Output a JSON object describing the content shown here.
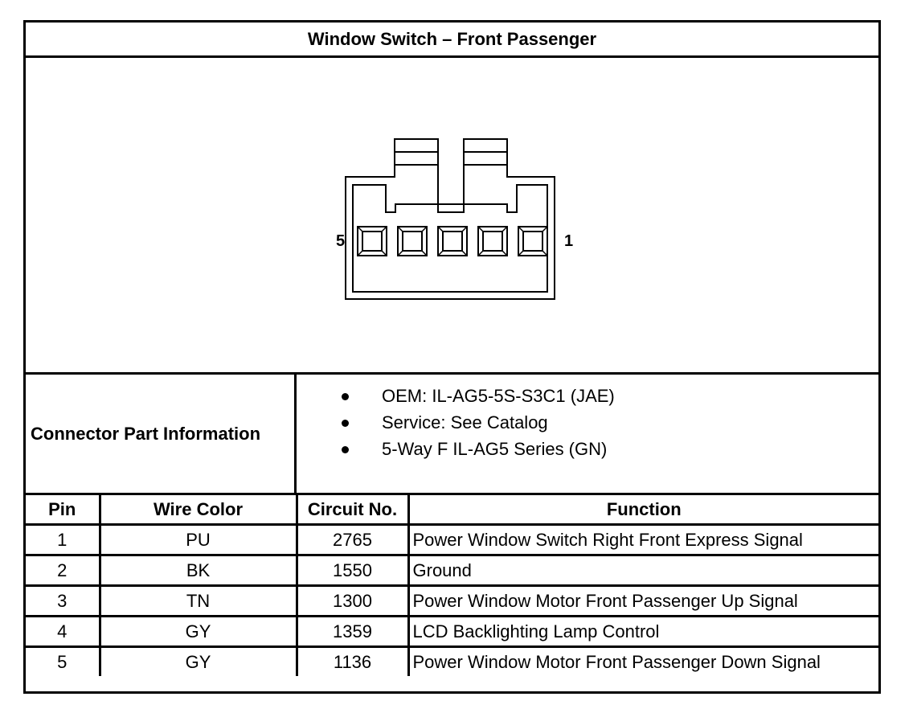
{
  "title": "Window Switch – Front Passenger",
  "diagram": {
    "pin_label_left": "5",
    "pin_label_right": "1",
    "pin_count": 5
  },
  "connector_info": {
    "label": "Connector Part Information",
    "items": [
      "OEM: IL-AG5-5S-S3C1 (JAE)",
      "Service: See Catalog",
      "5-Way F IL-AG5 Series (GN)"
    ]
  },
  "table": {
    "headers": [
      "Pin",
      "Wire Color",
      "Circuit No.",
      "Function"
    ],
    "rows": [
      {
        "pin": "1",
        "wire_color": "PU",
        "circuit": "2765",
        "function": "Power Window Switch Right Front Express Signal"
      },
      {
        "pin": "2",
        "wire_color": "BK",
        "circuit": "1550",
        "function": "Ground"
      },
      {
        "pin": "3",
        "wire_color": "TN",
        "circuit": "1300",
        "function": "Power Window Motor Front Passenger Up Signal"
      },
      {
        "pin": "4",
        "wire_color": "GY",
        "circuit": "1359",
        "function": "LCD Backlighting Lamp Control"
      },
      {
        "pin": "5",
        "wire_color": "GY",
        "circuit": "1136",
        "function": "Power Window Motor Front Passenger Down Signal"
      }
    ]
  }
}
